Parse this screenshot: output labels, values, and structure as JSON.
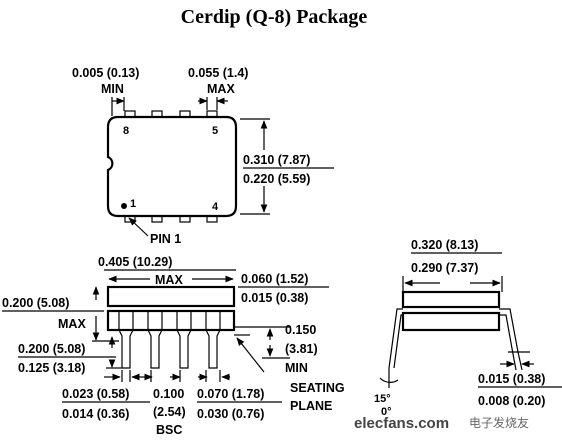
{
  "title": "Cerdip (Q-8) Package",
  "top_view": {
    "min_offset": "0.005 (0.13)",
    "min_label": "MIN",
    "max_lead_width": "0.055 (1.4)",
    "max_label": "MAX",
    "pin8": "8",
    "pin5": "5",
    "pin1": "1",
    "pin4": "4",
    "width_max": "0.310 (7.87)",
    "width_min": "0.220 (5.59)",
    "pin1_callout": "PIN 1"
  },
  "side_view": {
    "length_max": "0.405 (10.29)",
    "length_label": "MAX",
    "cap_max": "0.060 (1.52)",
    "cap_min": "0.015 (0.38)",
    "height_max": "0.200 (5.08)",
    "height_label": "MAX",
    "standoff": "0.150",
    "standoff_mm": "(3.81)",
    "standoff_label": "MIN",
    "lead_len_max": "0.200 (5.08)",
    "lead_len_min": "0.125 (3.18)",
    "lead_w_max": "0.023 (0.58)",
    "lead_w_min": "0.014 (0.36)",
    "pitch": "0.100",
    "pitch_mm": "(2.54)",
    "pitch_label": "BSC",
    "shoulder_max": "0.070 (1.78)",
    "shoulder_min": "0.030 (0.76)",
    "seating_1": "SEATING",
    "seating_2": "PLANE"
  },
  "end_view": {
    "row_max": "0.320 (8.13)",
    "row_min": "0.290 (7.37)",
    "angle_max": "15°",
    "angle_min": "0°",
    "thick_max": "0.015 (0.38)",
    "thick_min": "0.008 (0.20)"
  },
  "watermark": {
    "site": "elecfans.com",
    "cn": "电子发烧友"
  }
}
